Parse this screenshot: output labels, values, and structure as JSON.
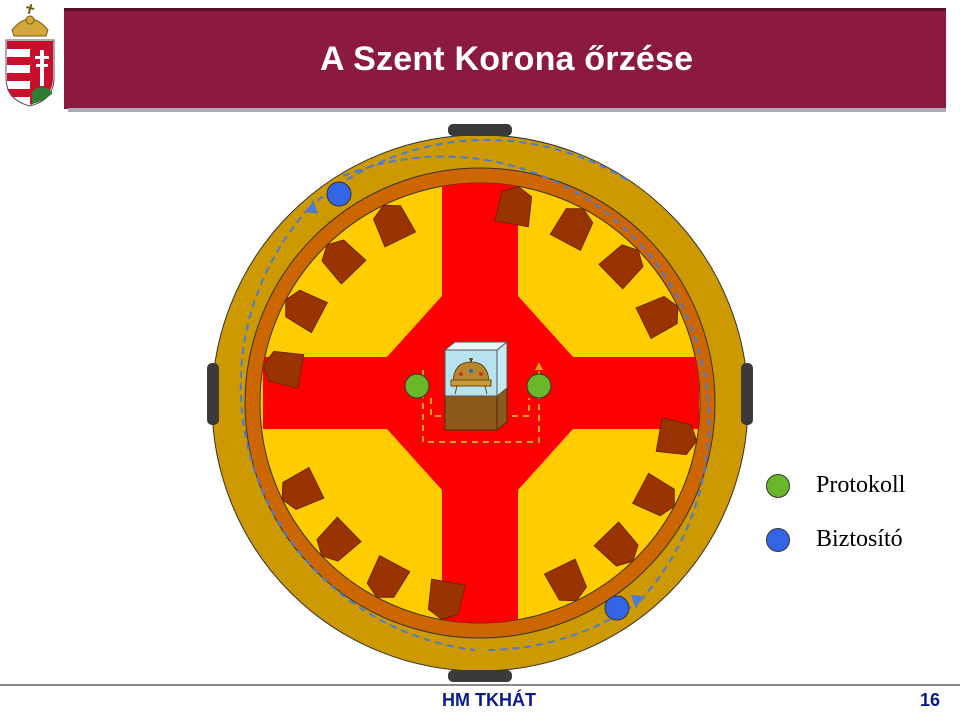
{
  "header": {
    "title": "A Szent Korona őrzése"
  },
  "diagram": {
    "icons": {
      "coat_of_arms": "hungarian-coat-of-arms-icon",
      "crown": "holy-crown-icon"
    },
    "colors": {
      "outer_ring": "#cc9900",
      "wall": "#cc6600",
      "floor": "#ffcc00",
      "cross": "#ff0000",
      "pillars": "#993300",
      "doors": "#3a3a3a",
      "pedestal": "#8b5a1b",
      "path": "#4a7bd8",
      "inner_path": "#d4a017"
    }
  },
  "legend": [
    {
      "label": "Protokoll",
      "color": "#6ab82a"
    },
    {
      "label": "Biztosító",
      "color": "#3366e6"
    }
  ],
  "footer": {
    "organization": "HM TKHÁT",
    "page_number": "16"
  }
}
